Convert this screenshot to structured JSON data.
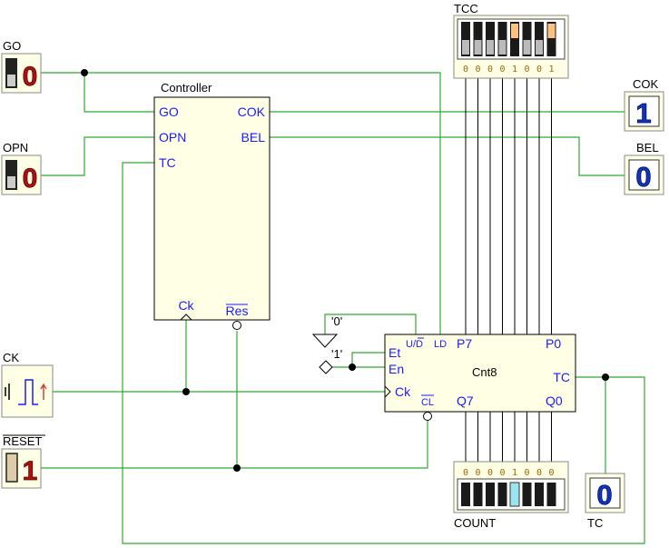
{
  "inputs": {
    "go": {
      "label": "GO",
      "value": "0"
    },
    "opn": {
      "label": "OPN",
      "value": "0"
    },
    "ck": {
      "label": "CK"
    },
    "reset": {
      "label": "RESET",
      "value": "1"
    }
  },
  "outputs": {
    "cok": {
      "label": "COK",
      "value": "1"
    },
    "bel": {
      "label": "BEL",
      "value": "0"
    },
    "tc": {
      "label": "TC",
      "value": "0"
    }
  },
  "controller": {
    "title": "Controller",
    "pin_go": "GO",
    "pin_opn": "OPN",
    "pin_tc": "TC",
    "pin_cok": "COK",
    "pin_bel": "BEL",
    "pin_ck": "Ck",
    "pin_res": "Res"
  },
  "counter": {
    "title": "Cnt8",
    "pin_ud": "U/D",
    "pin_ld": "LD",
    "pin_p7": "P7",
    "pin_p0": "P0",
    "pin_et": "Et",
    "pin_en": "En",
    "pin_tc": "TC",
    "pin_ck": "Ck",
    "pin_cl": "CL",
    "pin_q7": "Q7",
    "pin_q0": "Q0",
    "const_zero": "'0'",
    "const_one": "'1'"
  },
  "tcc": {
    "label": "TCC",
    "bits": [
      "0",
      "0",
      "0",
      "0",
      "1",
      "0",
      "0",
      "1"
    ]
  },
  "count": {
    "label": "COUNT",
    "bits": [
      "0",
      "0",
      "0",
      "0",
      "1",
      "0",
      "0",
      "0"
    ]
  },
  "colors": {
    "wire": "#2eaa2e",
    "component_fill": "#ffffe6",
    "pin_text": "#1a1aff",
    "led_red": "#aa1111",
    "led_blue": "#1133bb",
    "dip_on": "#ffc080",
    "count_on": "#99e6f2"
  }
}
